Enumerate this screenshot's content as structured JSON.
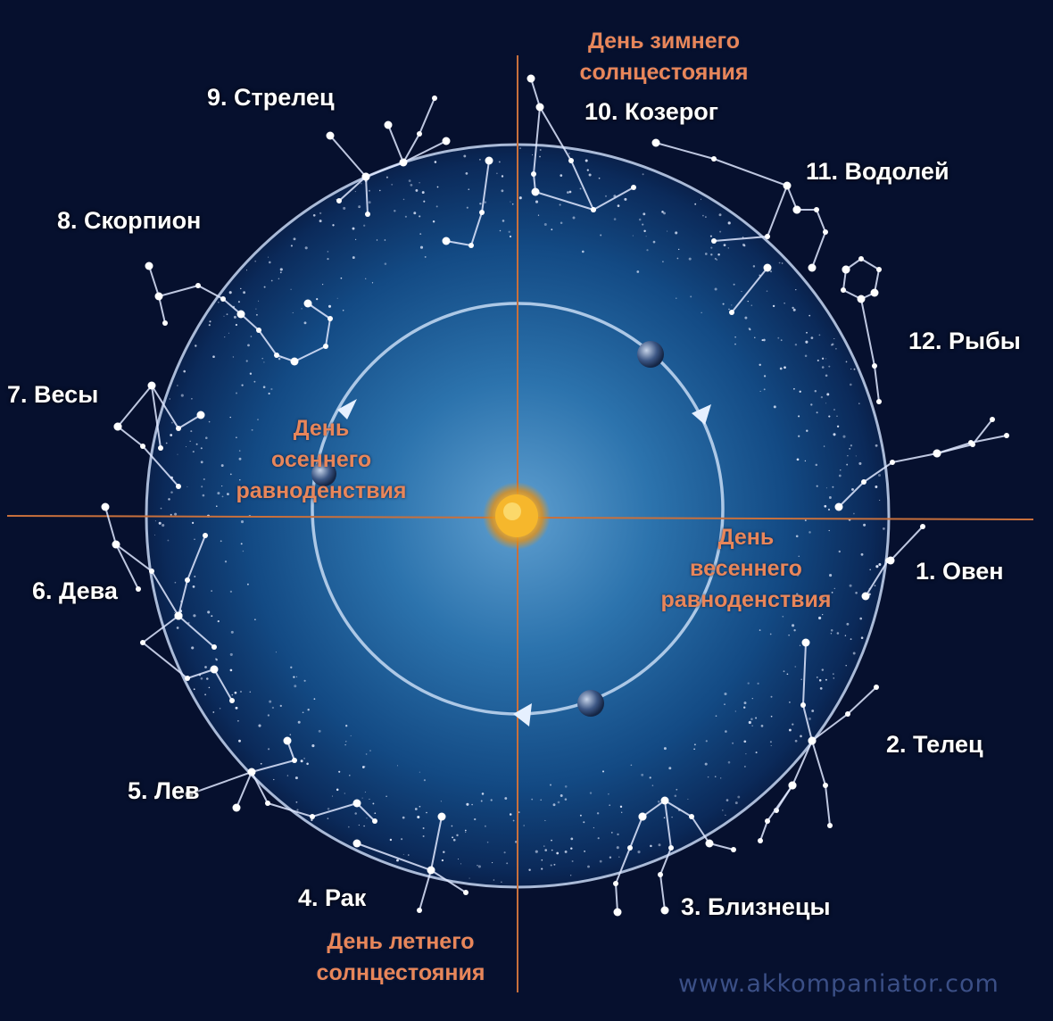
{
  "constellations": [
    "1. Овен",
    "2. Телец",
    "3. Близнецы",
    "4. Рак",
    "5. Лев",
    "6. Дева",
    "7. Весы",
    "8. Скорпион",
    "9. Стрелец",
    "10. Козерог",
    "11. Водолей",
    "12. Рыбы"
  ],
  "events": {
    "winter_solstice": [
      "День зимнего",
      "солнцестояния"
    ],
    "summer_solstice": [
      "День летнего",
      "солнцестояния"
    ],
    "autumn_equinox": [
      "День",
      "осеннего",
      "равноденствия"
    ],
    "spring_equinox": [
      "День",
      "весеннего",
      "равноденствия"
    ]
  },
  "watermark": "www.akkompaniator.com",
  "colors": {
    "background": "#06102e",
    "axis_lines": "#c8703c",
    "event_text": "#e8865a",
    "orbit": "#b9d3ef",
    "sun": "#f3b52b"
  }
}
